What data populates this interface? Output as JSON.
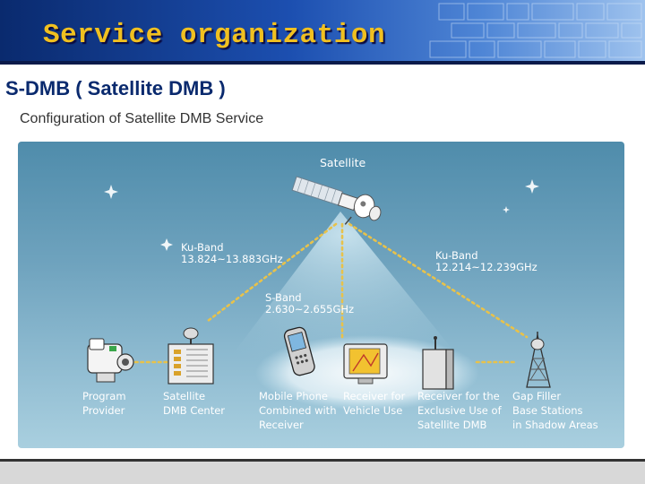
{
  "header": {
    "title": "Service organization"
  },
  "subtitle": "S-DMB ( Satellite DMB )",
  "figure": {
    "caption": "Configuration of Satellite DMB Service",
    "satellite_label": "Satellite",
    "links": {
      "ku_band_uplink": {
        "name": "Ku-Band",
        "freq": "13.824~13.883GHz"
      },
      "ku_band_downlink": {
        "name": "Ku-Band",
        "freq": "12.214~12.239GHz"
      },
      "s_band": {
        "name": "S-Band",
        "freq": "2.630~2.655GHz"
      }
    },
    "nodes": [
      {
        "id": "program-provider",
        "lines": [
          "Program",
          "Provider"
        ],
        "icon": "camera-icon"
      },
      {
        "id": "satellite-dmb-center",
        "lines": [
          "Satellite",
          "DMB Center"
        ],
        "icon": "antenna-station-icon"
      },
      {
        "id": "mobile-phone",
        "lines": [
          "Mobile Phone",
          "Combined with",
          "Receiver"
        ],
        "icon": "mobile-phone-icon"
      },
      {
        "id": "vehicle-receiver",
        "lines": [
          "Receiver for",
          "Vehicle Use"
        ],
        "icon": "navigation-screen-icon"
      },
      {
        "id": "exclusive-receiver",
        "lines": [
          "Receiver for the",
          "Exclusive Use of",
          "Satellite DMB"
        ],
        "icon": "receiver-box-icon"
      },
      {
        "id": "gap-filler",
        "lines": [
          "Gap Filler",
          "Base Stations",
          "in Shadow Areas"
        ],
        "icon": "tower-icon"
      }
    ],
    "colors": {
      "link": "#e8c24a",
      "panel": "#6fa3be",
      "title": "#f0c020"
    }
  }
}
